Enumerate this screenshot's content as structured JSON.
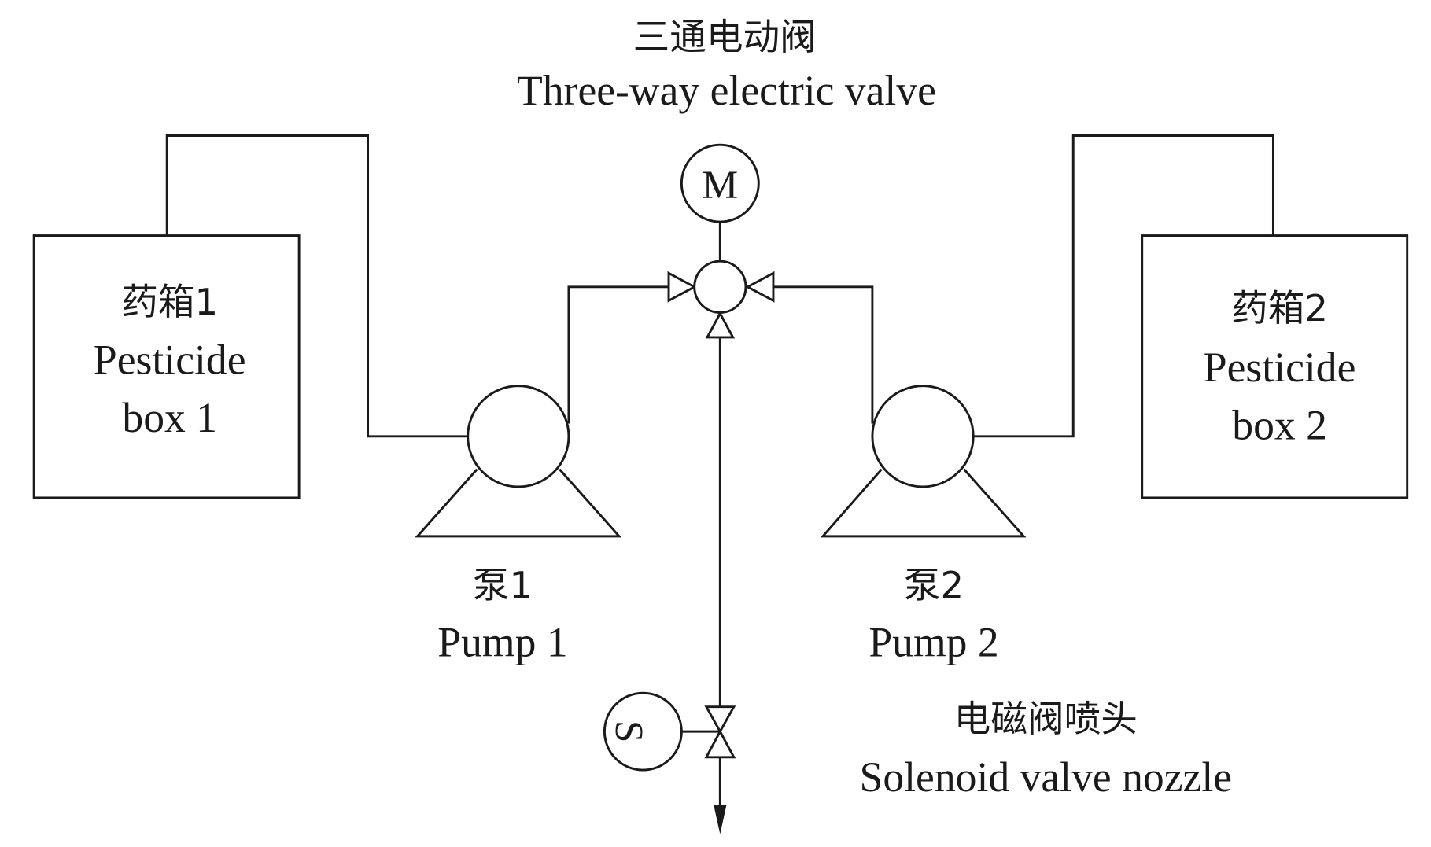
{
  "valve3": {
    "cn": "三通电动阀",
    "en": "Three-way electric valve",
    "motor_symbol": "M"
  },
  "box1": {
    "cn": "药箱1",
    "en1": "Pesticide",
    "en2": "box 1"
  },
  "box2": {
    "cn": "药箱2",
    "en1": "Pesticide",
    "en2": "box 2"
  },
  "pump1": {
    "cn": "泵1",
    "en": "Pump 1"
  },
  "pump2": {
    "cn": "泵2",
    "en": "Pump 2"
  },
  "solenoid": {
    "cn": "电磁阀喷头",
    "en": "Solenoid valve nozzle",
    "symbol": "S"
  }
}
